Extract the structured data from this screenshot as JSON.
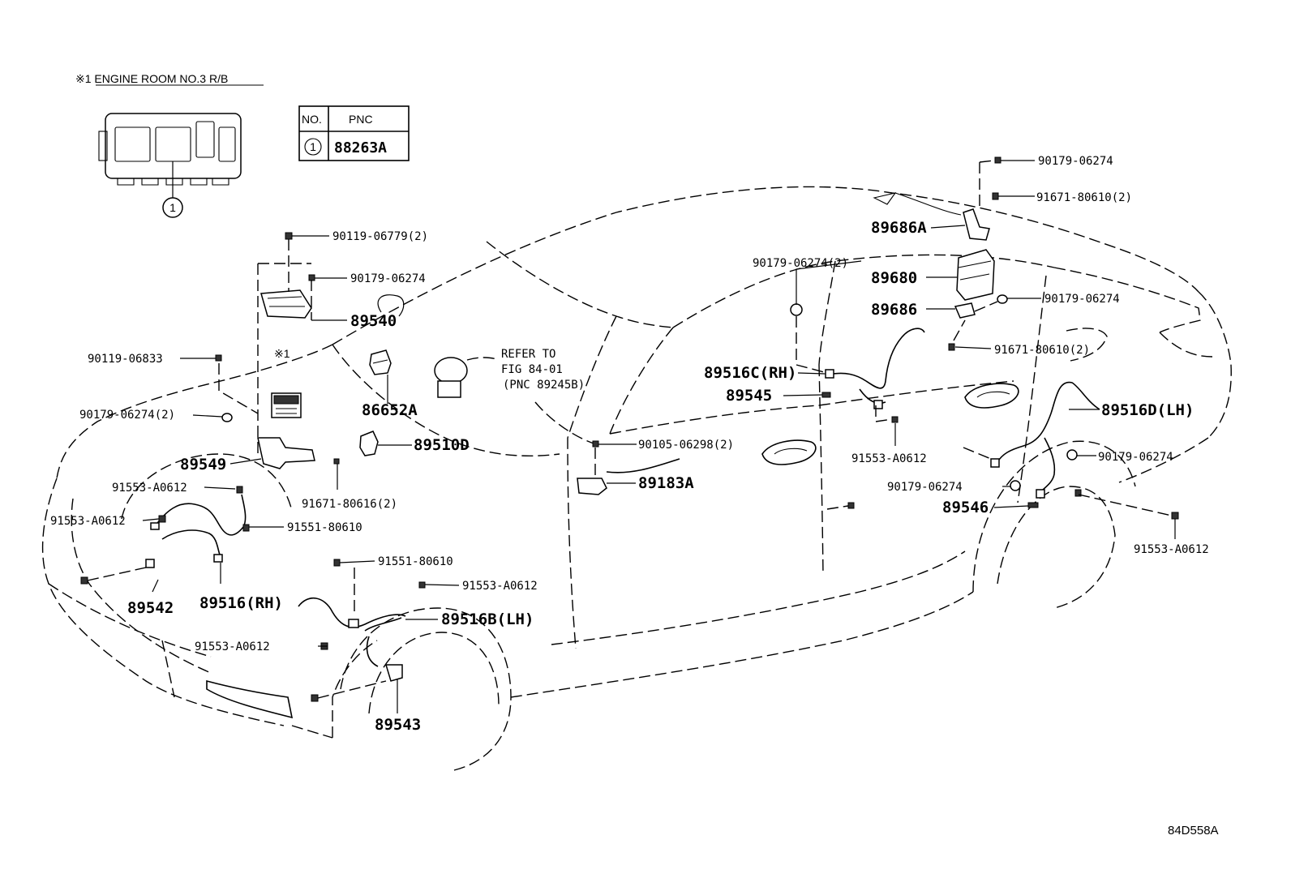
{
  "header": {
    "note": "※1 ENGINE ROOM NO.3 R/B",
    "table_col_no": "NO.",
    "table_col_pnc": "PNC",
    "table_row_no": "1",
    "table_row_pnc": "88263A",
    "relay_box_callout": "1"
  },
  "refer": {
    "line1": "REFER TO",
    "line2": "FIG 84-01",
    "line3": "(PNC 89245B)"
  },
  "marker_star1": "※1",
  "figure_id": "84D558A",
  "labels": {
    "p90119_06779": "90119-06779(2)",
    "p90179_06274_top_hood": "90179-06274",
    "p89540": "89540",
    "p90119_06833": "90119-06833",
    "p90179_06274_2_left": "90179-06274(2)",
    "p89549": "89549",
    "p91553_A0612_a": "91553-A0612",
    "p91553_A0612_b": "91553-A0612",
    "p91551_80610_a": "91551-80610",
    "p89542": "89542",
    "p89516_rh": "89516(RH)",
    "p86652A": "86652A",
    "p89510D": "89510D",
    "p91671_80616": "91671-80616(2)",
    "p91551_80610_b": "91551-80610",
    "p91553_A0612_c": "91553-A0612",
    "p89516B_lh": "89516B(LH)",
    "p91553_A0612_d": "91553-A0612",
    "p89543": "89543",
    "p90105_06298": "90105-06298(2)",
    "p89183A": "89183A",
    "p90179_06274_2_mid": "90179-06274(2)",
    "p89516C_rh": "89516C(RH)",
    "p89545": "89545",
    "p91553_A0612_e": "91553-A0612",
    "p90179_06274_rt1": "90179-06274",
    "p91671_80610_a": "91671-80610(2)",
    "p89686A": "89686A",
    "p89680": "89680",
    "p89686": "89686",
    "p90179_06274_rt2": "90179-06274",
    "p91671_80610_b": "91671-80610(2)",
    "p89516D_lh": "89516D(LH)",
    "p90179_06274_rt3": "90179-06274",
    "p90179_06274_rt4": "90179-06274",
    "p89546": "89546",
    "p91553_A0612_f": "91553-A0612"
  }
}
